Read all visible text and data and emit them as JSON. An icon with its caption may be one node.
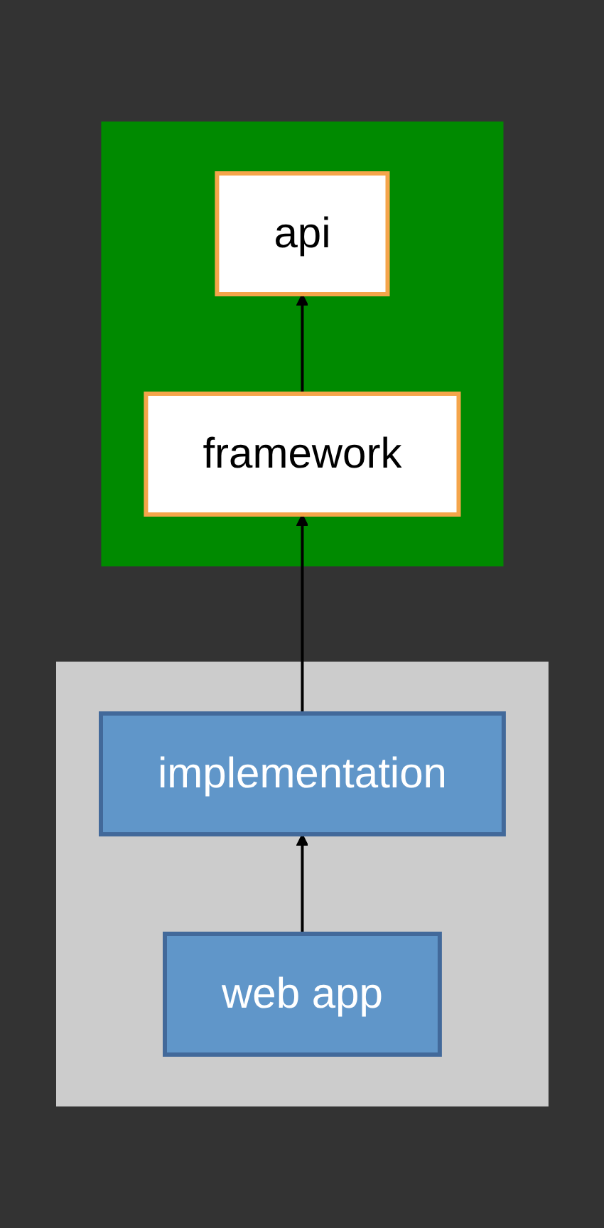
{
  "diagram": {
    "nodes": [
      {
        "text": [],
        "shape": "box"
      },
      {
        "text": [
          "api"
        ],
        "in": 0
      },
      {
        "text": [
          "framework"
        ],
        "in": 0
      },
      {
        "text": [],
        "shape": "box"
      },
      {
        "text": [
          "implementation"
        ],
        "in": 3
      },
      {
        "text": [
          "web app"
        ],
        "in": 3
      }
    ],
    "edges": [
      {
        "from": 2,
        "to": 1,
        "arrow": "to"
      },
      {
        "from": 4,
        "to": 2,
        "arrow": "to"
      },
      {
        "from": 5,
        "to": 4,
        "arrow": "to"
      }
    ]
  }
}
